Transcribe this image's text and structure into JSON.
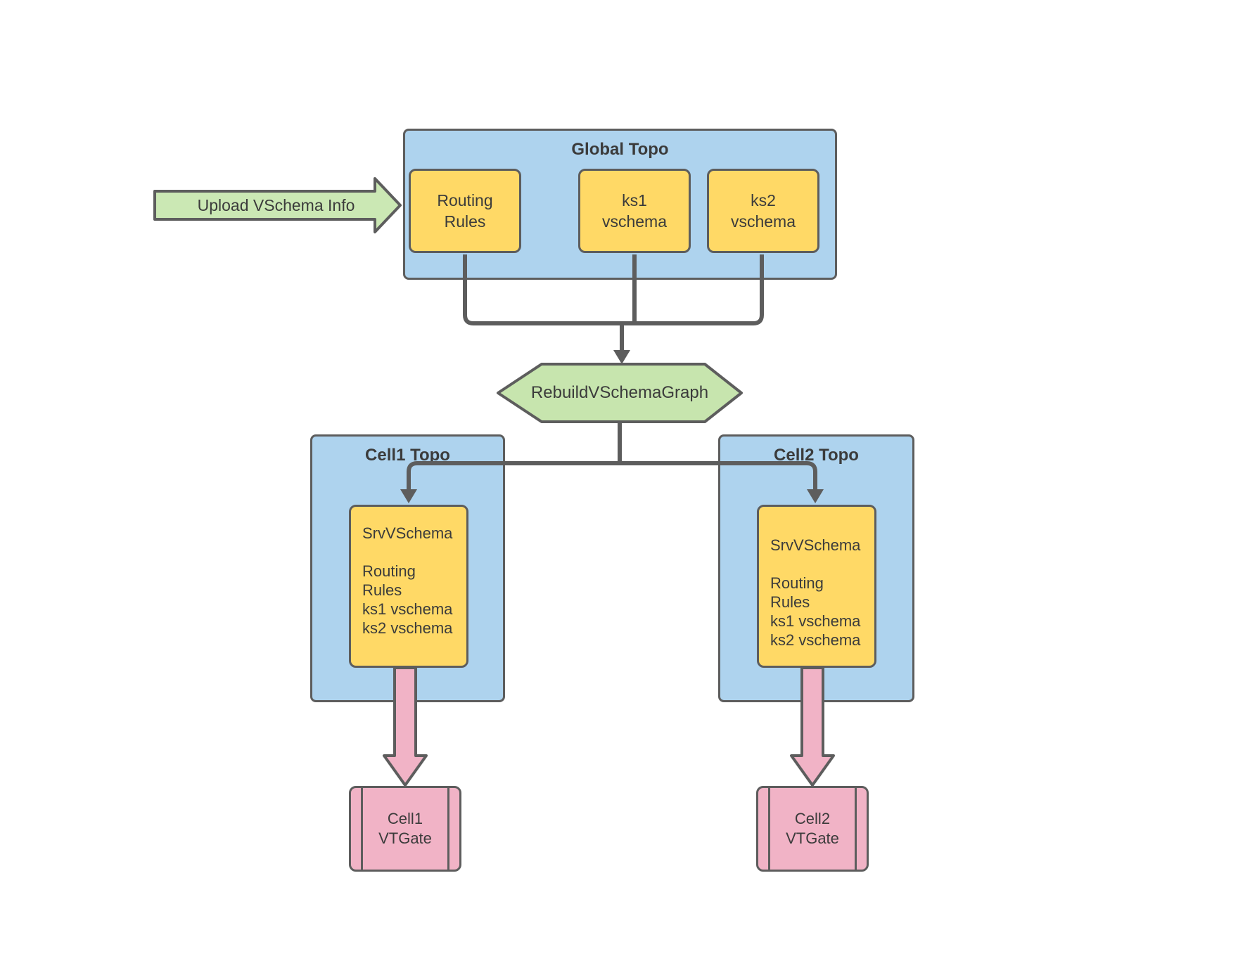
{
  "upload_arrow": {
    "label": "Upload VSchema Info"
  },
  "global_topo": {
    "title": "Global Topo",
    "routing_rules": "Routing\nRules",
    "ks1": "ks1\nvschema",
    "ks2": "ks2\nvschema"
  },
  "rebuild": {
    "label": "RebuildVSchemaGraph"
  },
  "cell1": {
    "title": "Cell1 Topo",
    "srv_vschema": "SrvVSchema\n\nRouting Rules\nks1 vschema\nks2 vschema",
    "vtgate": "Cell1\nVTGate"
  },
  "cell2": {
    "title": "Cell2 Topo",
    "srv_vschema": "SrvVSchema\n\nRouting Rules\nks1 vschema\nks2 vschema",
    "vtgate": "Cell2\nVTGate"
  },
  "colors": {
    "container_blue": "#aed3ee",
    "node_yellow": "#ffd966",
    "arrow_green": "#cbe8b4",
    "hexagon_green": "#c7e5ae",
    "pink": "#f1b3c6",
    "line_gray": "#5d5d5d",
    "text": "#3b3b3b"
  }
}
